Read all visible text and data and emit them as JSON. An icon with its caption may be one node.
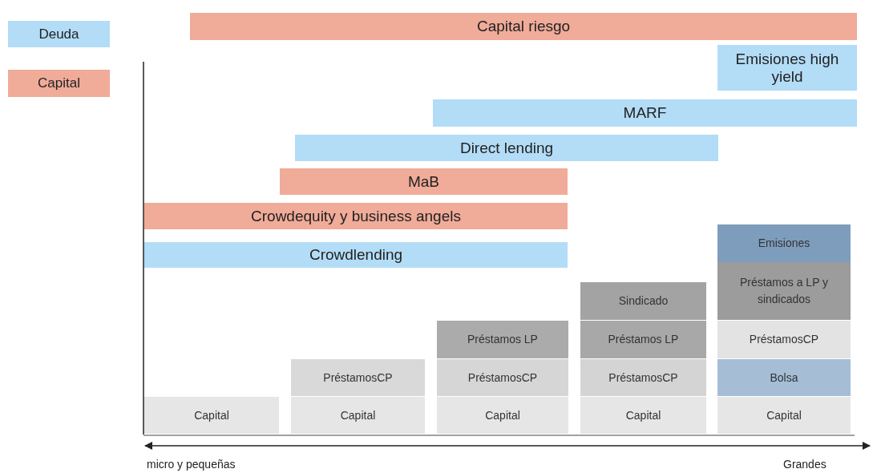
{
  "diagram": {
    "nodes": [
      {
        "text": [
          "Capital riesgo"
        ]
      },
      {
        "text": [
          "Emisiones high yield"
        ]
      },
      {
        "text": [
          "MARF"
        ]
      },
      {
        "text": [
          "Direct lending"
        ]
      },
      {
        "text": [
          "MaB"
        ]
      },
      {
        "text": [
          "Crowdequity y business angels"
        ]
      },
      {
        "text": [
          "Crowdlending"
        ]
      },
      {
        "text": [
          "Emisiones"
        ]
      },
      {
        "text": [
          "Préstamos a LP y sindicados"
        ]
      },
      {
        "text": [
          "Sindicado"
        ]
      },
      {
        "text": [
          "Préstamos LP"
        ]
      },
      {
        "text": [
          "Préstamos LP"
        ]
      },
      {
        "text": [
          "PréstamosCP"
        ]
      },
      {
        "text": [
          "PréstamosCP"
        ]
      },
      {
        "text": [
          "PréstamosCP"
        ]
      },
      {
        "text": [
          "PréstamosCP"
        ]
      },
      {
        "text": [
          "Bolsa"
        ]
      },
      {
        "text": [
          "Capital"
        ]
      },
      {
        "text": [
          "Capital"
        ]
      },
      {
        "text": [
          "Capital"
        ]
      },
      {
        "text": [
          "Capital"
        ]
      },
      {
        "text": [
          "Capital"
        ]
      }
    ],
    "labels": [
      "micro y pequeñas",
      "Grandes"
    ],
    "legend": [
      {
        "text": "Deuda",
        "color": "#b3dcf7"
      },
      {
        "text": "Capital",
        "color": "#f0ab99"
      }
    ]
  }
}
